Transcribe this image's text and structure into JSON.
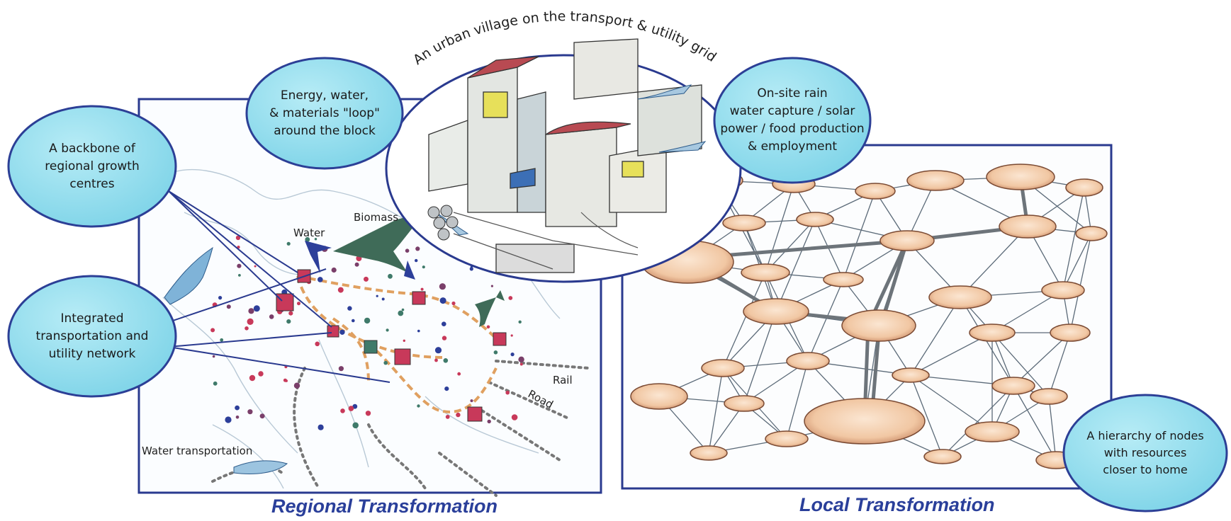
{
  "callouts": {
    "backbone": [
      "A backbone of",
      "regional growth",
      "centres"
    ],
    "integrated": [
      "Integrated",
      "transportation and",
      "utility network"
    ],
    "energy_loop": [
      "Energy, water,",
      "& materials \"loop\"",
      "around the block"
    ],
    "onsite": [
      "On-site rain",
      "water capture / solar",
      "power / food production",
      "& employment"
    ],
    "hierarchy": [
      "A hierarchy of nodes",
      "with resources",
      "closer to home"
    ]
  },
  "village_arc_title": "An urban village on the transport & utility grid",
  "regional_map": {
    "labels": {
      "water": "Water",
      "biomass": "Biomass",
      "rail": "Rail",
      "road": "Road",
      "water_transportation": "Water transportation"
    }
  },
  "captions": {
    "regional": "Regional Transformation",
    "local": "Local Transformation"
  },
  "colors": {
    "frame_blue": "#2a3a8f",
    "bubble_fill": "#8fdcec",
    "bubble_stroke": "#2c3f96",
    "node_fill": "#efc9a6",
    "node_stroke": "#7a4a33",
    "route_orange": "#e0a060",
    "arrow_green": "#3f6b58",
    "arrow_blue": "#2d3f9a"
  }
}
